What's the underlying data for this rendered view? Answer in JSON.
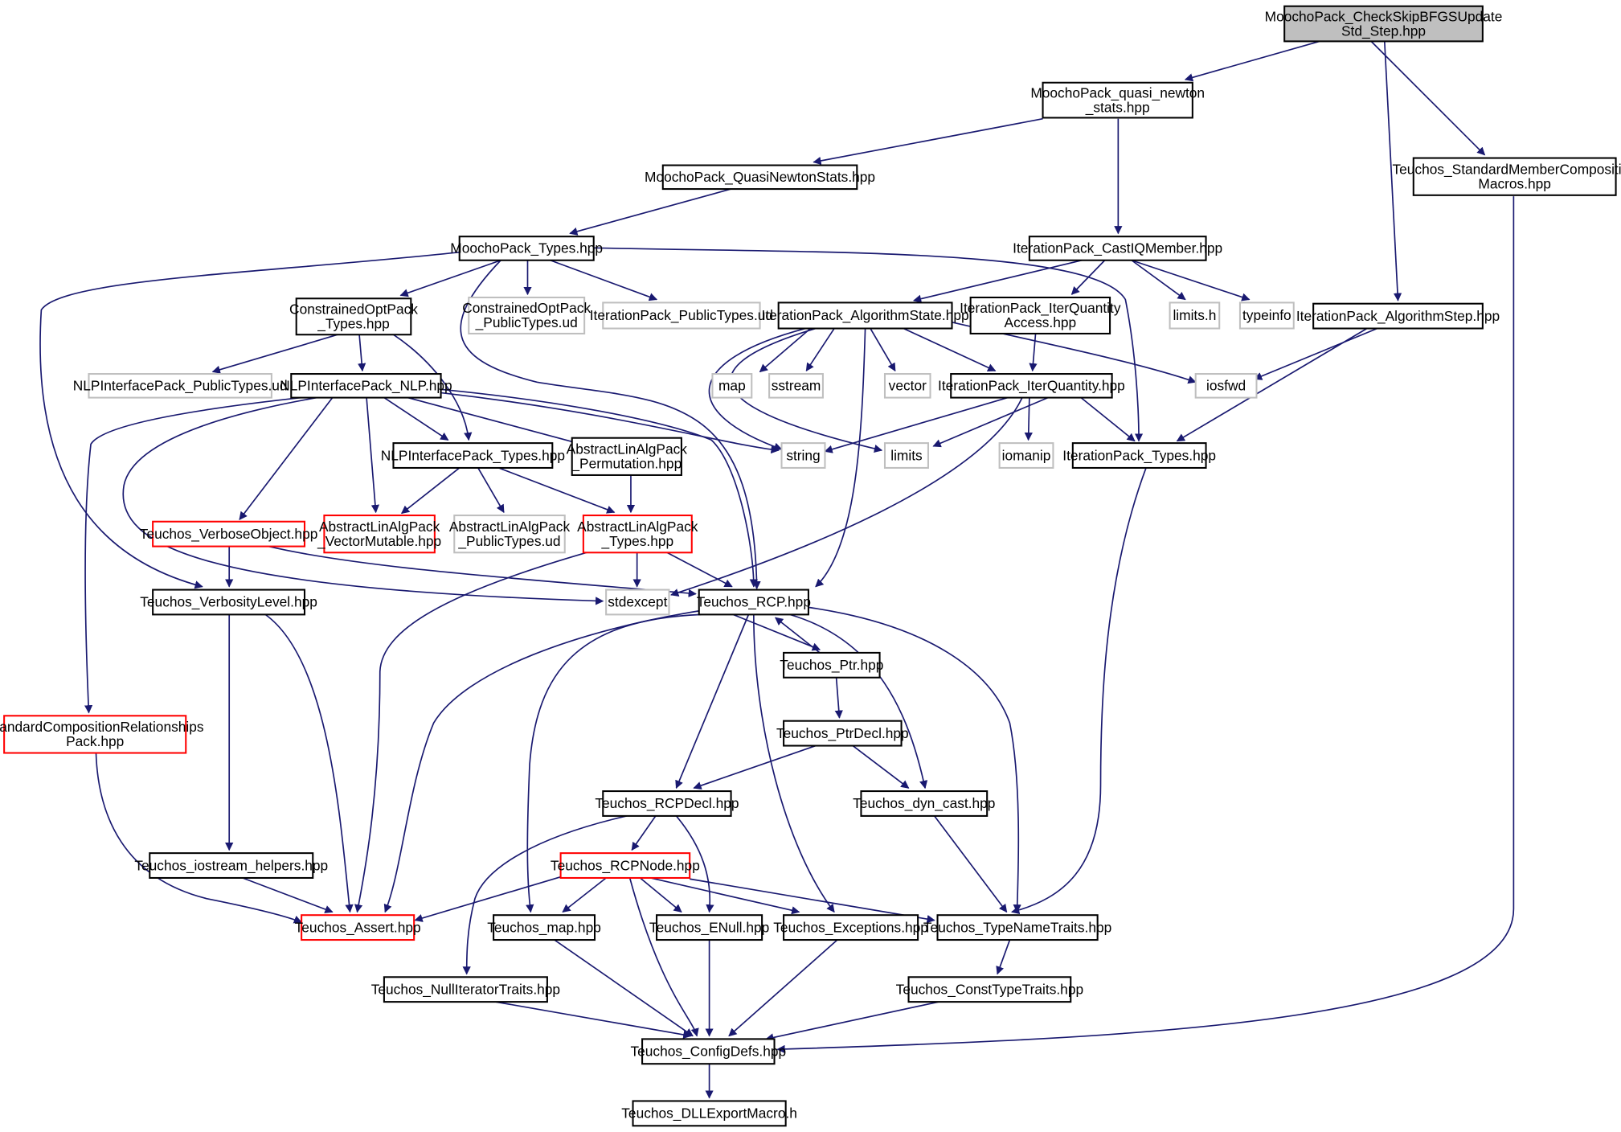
{
  "colors": {
    "edge": "#191970",
    "focus_fill": "#bfbfbf",
    "normal_border": "#000000",
    "red_border": "#ff0000",
    "gray_border": "#bfbfbf",
    "text_dark": "#000000",
    "text_gray": "#555555"
  },
  "nodes": [
    {
      "id": "root",
      "lines": [
        "MoochoPack_CheckSkipBFGSUpdate",
        "Std_Step.hpp"
      ],
      "style": "focus"
    },
    {
      "id": "qn_stats",
      "lines": [
        "MoochoPack_quasi_newton",
        "_stats.hpp"
      ],
      "style": "normal"
    },
    {
      "id": "std_member_macros",
      "lines": [
        "Teuchos_StandardMemberComposition",
        "Macros.hpp"
      ],
      "style": "normal"
    },
    {
      "id": "qn_stats2",
      "lines": [
        "MoochoPack_QuasiNewtonStats.hpp"
      ],
      "style": "normal"
    },
    {
      "id": "moocho_types",
      "lines": [
        "MoochoPack_Types.hpp"
      ],
      "style": "normal"
    },
    {
      "id": "cast_iq",
      "lines": [
        "IterationPack_CastIQMember.hpp"
      ],
      "style": "normal"
    },
    {
      "id": "constrained_types",
      "lines": [
        "ConstrainedOptPack",
        "_Types.hpp"
      ],
      "style": "normal"
    },
    {
      "id": "constrained_public",
      "lines": [
        "ConstrainedOptPack",
        "_PublicTypes.ud"
      ],
      "style": "gray"
    },
    {
      "id": "iter_public",
      "lines": [
        "IterationPack_PublicTypes.ud"
      ],
      "style": "gray"
    },
    {
      "id": "algo_state",
      "lines": [
        "IterationPack_AlgorithmState.hpp"
      ],
      "style": "normal"
    },
    {
      "id": "iter_qty_access",
      "lines": [
        "IterationPack_IterQuantity",
        "Access.hpp"
      ],
      "style": "normal"
    },
    {
      "id": "limits_h",
      "lines": [
        "limits.h"
      ],
      "style": "gray"
    },
    {
      "id": "typeinfo",
      "lines": [
        "typeinfo"
      ],
      "style": "gray"
    },
    {
      "id": "algo_step",
      "lines": [
        "IterationPack_AlgorithmStep.hpp"
      ],
      "style": "normal"
    },
    {
      "id": "nlp_public",
      "lines": [
        "NLPInterfacePack_PublicTypes.ud"
      ],
      "style": "gray"
    },
    {
      "id": "nlp",
      "lines": [
        "NLPInterfacePack_NLP.hpp"
      ],
      "style": "normal"
    },
    {
      "id": "map",
      "lines": [
        "map"
      ],
      "style": "gray"
    },
    {
      "id": "sstream",
      "lines": [
        "sstream"
      ],
      "style": "gray"
    },
    {
      "id": "vector",
      "lines": [
        "vector"
      ],
      "style": "gray"
    },
    {
      "id": "iter_qty",
      "lines": [
        "IterationPack_IterQuantity.hpp"
      ],
      "style": "normal"
    },
    {
      "id": "iosfwd",
      "lines": [
        "iosfwd"
      ],
      "style": "gray"
    },
    {
      "id": "nlp_types",
      "lines": [
        "NLPInterfacePack_Types.hpp"
      ],
      "style": "normal"
    },
    {
      "id": "perm",
      "lines": [
        "AbstractLinAlgPack",
        "_Permutation.hpp"
      ],
      "style": "normal"
    },
    {
      "id": "string",
      "lines": [
        "string"
      ],
      "style": "gray"
    },
    {
      "id": "limits",
      "lines": [
        "limits"
      ],
      "style": "gray"
    },
    {
      "id": "iomanip",
      "lines": [
        "iomanip"
      ],
      "style": "gray"
    },
    {
      "id": "iter_types",
      "lines": [
        "IterationPack_Types.hpp"
      ],
      "style": "normal"
    },
    {
      "id": "verbose_obj",
      "lines": [
        "Teuchos_VerboseObject.hpp"
      ],
      "style": "red"
    },
    {
      "id": "vec_mut",
      "lines": [
        "AbstractLinAlgPack",
        "_VectorMutable.hpp"
      ],
      "style": "red"
    },
    {
      "id": "ala_public",
      "lines": [
        "AbstractLinAlgPack",
        "_PublicTypes.ud"
      ],
      "style": "gray"
    },
    {
      "id": "ala_types",
      "lines": [
        "AbstractLinAlgPack",
        "_Types.hpp"
      ],
      "style": "red"
    },
    {
      "id": "verbosity",
      "lines": [
        "Teuchos_VerbosityLevel.hpp"
      ],
      "style": "normal"
    },
    {
      "id": "stdexcept",
      "lines": [
        "stdexcept"
      ],
      "style": "gray"
    },
    {
      "id": "rcp",
      "lines": [
        "Teuchos_RCP.hpp"
      ],
      "style": "normal"
    },
    {
      "id": "ptr",
      "lines": [
        "Teuchos_Ptr.hpp"
      ],
      "style": "normal"
    },
    {
      "id": "scr",
      "lines": [
        "StandardCompositionRelationships",
        "Pack.hpp"
      ],
      "style": "red"
    },
    {
      "id": "ptr_decl",
      "lines": [
        "Teuchos_PtrDecl.hpp"
      ],
      "style": "normal"
    },
    {
      "id": "rcp_decl",
      "lines": [
        "Teuchos_RCPDecl.hpp"
      ],
      "style": "normal"
    },
    {
      "id": "dyn_cast",
      "lines": [
        "Teuchos_dyn_cast.hpp"
      ],
      "style": "normal"
    },
    {
      "id": "iostream_helpers",
      "lines": [
        "Teuchos_iostream_helpers.hpp"
      ],
      "style": "normal"
    },
    {
      "id": "rcp_node",
      "lines": [
        "Teuchos_RCPNode.hpp"
      ],
      "style": "red"
    },
    {
      "id": "assert",
      "lines": [
        "Teuchos_Assert.hpp"
      ],
      "style": "red"
    },
    {
      "id": "tmap",
      "lines": [
        "Teuchos_map.hpp"
      ],
      "style": "normal"
    },
    {
      "id": "enull",
      "lines": [
        "Teuchos_ENull.hpp"
      ],
      "style": "normal"
    },
    {
      "id": "exceptions",
      "lines": [
        "Teuchos_Exceptions.hpp"
      ],
      "style": "normal"
    },
    {
      "id": "type_name",
      "lines": [
        "Teuchos_TypeNameTraits.hpp"
      ],
      "style": "normal"
    },
    {
      "id": "null_iter",
      "lines": [
        "Teuchos_NullIteratorTraits.hpp"
      ],
      "style": "normal"
    },
    {
      "id": "const_type",
      "lines": [
        "Teuchos_ConstTypeTraits.hpp"
      ],
      "style": "normal"
    },
    {
      "id": "config",
      "lines": [
        "Teuchos_ConfigDefs.hpp"
      ],
      "style": "normal"
    },
    {
      "id": "dll",
      "lines": [
        "Teuchos_DLLExportMacro.h"
      ],
      "style": "normal"
    }
  ]
}
